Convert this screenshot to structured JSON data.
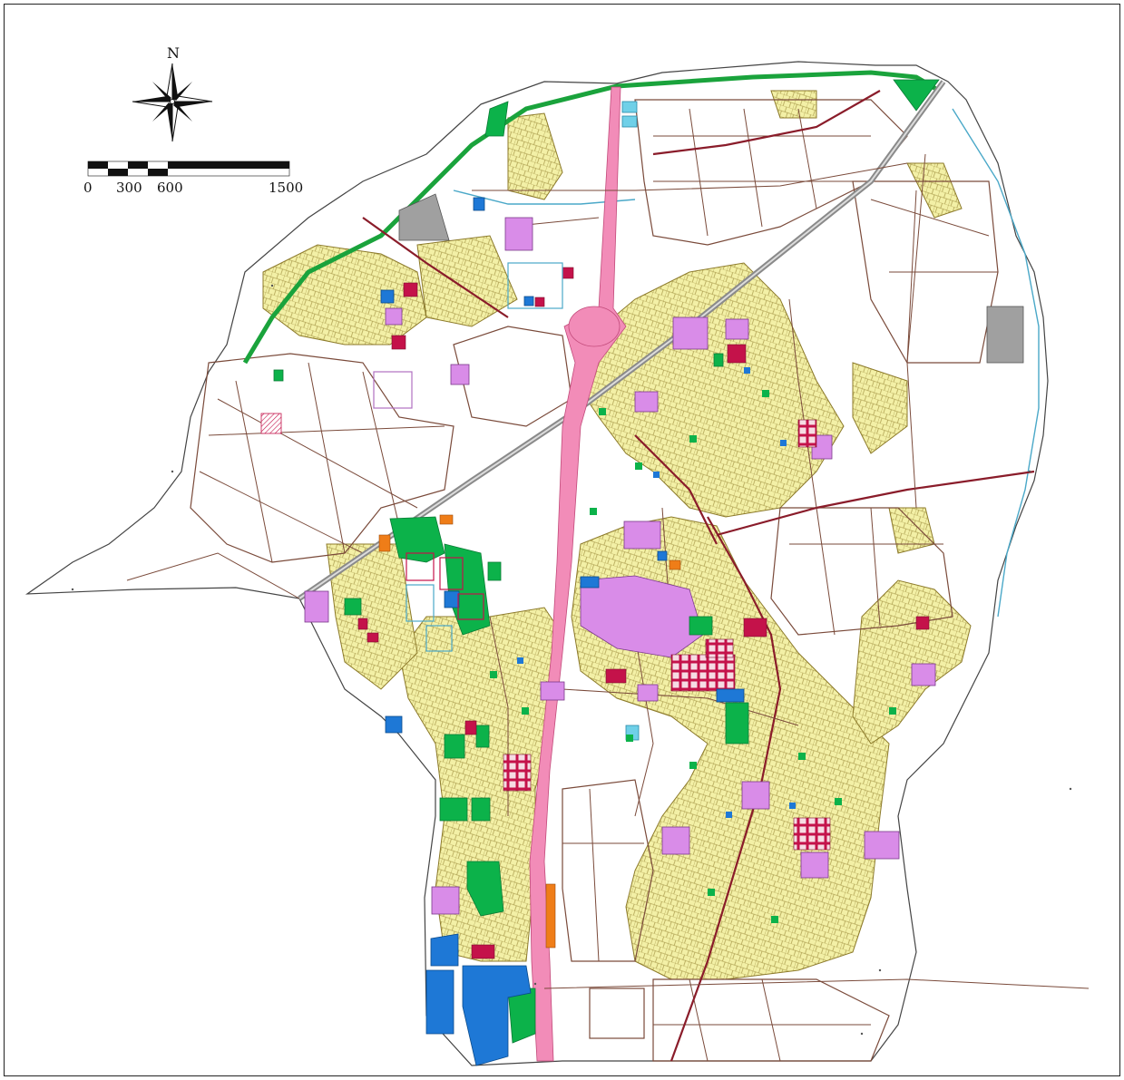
{
  "map": {
    "north_label": "N",
    "scale_labels": [
      "0",
      "300",
      "600",
      "1500"
    ],
    "zoning_colors": {
      "residential": "#f3f0a6",
      "parcel_line": "#8c7a2a",
      "commercial": "#c4124a",
      "park_green": "#0cb24a",
      "education": "#d98ce8",
      "civic": "#1e78d6",
      "highway": "#f28cb8",
      "railway": "#8a8a8a",
      "river_green": "#1aa33c",
      "industrial_gray": "#a0a0a0",
      "orange_facility": "#ef7d18",
      "road_main": "#8a1c2a",
      "road_minor": "#7a4a3a",
      "water": "#4aa8c8"
    },
    "icons": {
      "compass": "compass-rose-icon",
      "scale": "scale-bar"
    }
  }
}
